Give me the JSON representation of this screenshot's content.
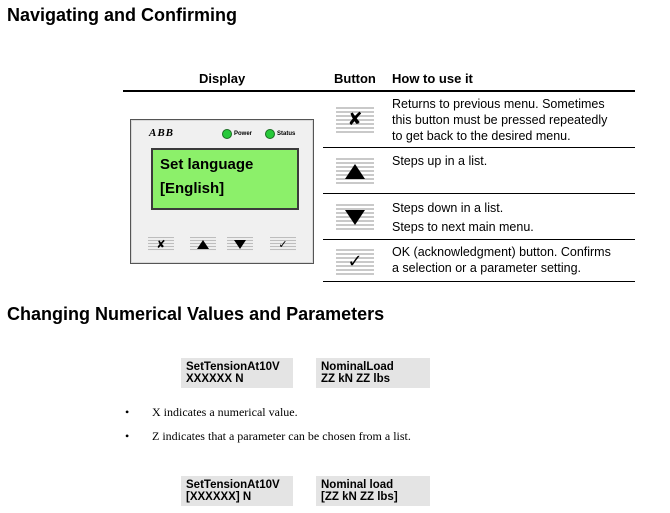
{
  "sections": {
    "nav_title": "Navigating and Confirming",
    "change_title": "Changing Numerical Values and Parameters"
  },
  "table": {
    "headers": {
      "display": "Display",
      "button": "Button",
      "how": "How to use it"
    },
    "rows": [
      {
        "icon": "back-x-icon",
        "lines": [
          "Returns to previous menu. Sometimes",
          "this button must be pressed repeatedly",
          "to get back to the desired menu."
        ]
      },
      {
        "icon": "arrow-up-icon",
        "lines": [
          "Steps up in a list."
        ]
      },
      {
        "icon": "arrow-down-icon",
        "lines": [
          "Steps down in a list.",
          "Steps to next main menu."
        ]
      },
      {
        "icon": "checkmark-icon",
        "lines": [
          "OK (acknowledgment) button. Confirms",
          "a selection or a parameter setting."
        ]
      }
    ]
  },
  "device": {
    "logo": "ABB",
    "power_label": "Power",
    "status_label": "Status",
    "lcd_line1": "Set language",
    "lcd_line2": "[English]",
    "led_color": "#27c93a",
    "lcd_color": "#8cf06a"
  },
  "examples": {
    "box1": {
      "l1": "SetTensionAt10V",
      "l2": "XXXXXX N"
    },
    "box2": {
      "l1": "NominalLoad",
      "l2": "ZZ kN ZZ lbs"
    },
    "box3": {
      "l1": "SetTensionAt10V",
      "l2": "[XXXXXX] N"
    },
    "box4": {
      "l1": "Nominal load",
      "l2": "[ZZ kN ZZ lbs]"
    }
  },
  "bullets": {
    "b1": "X indicates a numerical value.",
    "b2": "Z indicates that a parameter can be chosen from a list."
  }
}
